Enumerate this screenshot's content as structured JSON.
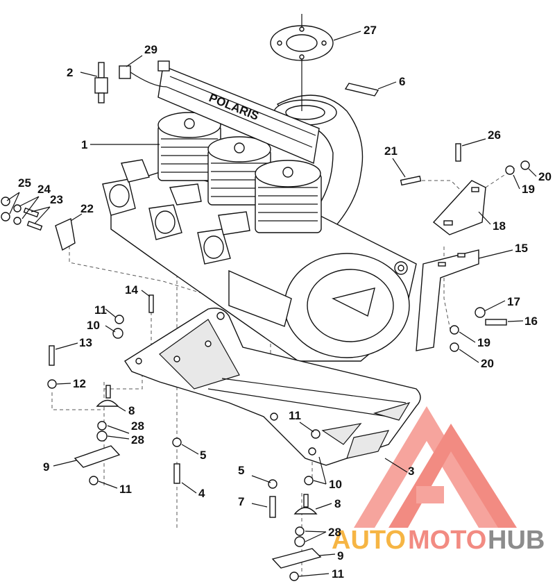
{
  "callouts": {
    "c1": "1",
    "c2": "2",
    "c3": "3",
    "c4": "4",
    "c5a": "5",
    "c5b": "5",
    "c6": "6",
    "c7": "7",
    "c8a": "8",
    "c8b": "8",
    "c9a": "9",
    "c9b": "9",
    "c10a": "10",
    "c10b": "10",
    "c11a": "11",
    "c11b": "11",
    "c11c": "11",
    "c11d": "11",
    "c12": "12",
    "c13": "13",
    "c14": "14",
    "c15": "15",
    "c16": "16",
    "c17": "17",
    "c18": "18",
    "c19a": "19",
    "c19b": "19",
    "c20a": "20",
    "c20b": "20",
    "c21": "21",
    "c22": "22",
    "c23": "23",
    "c24": "24",
    "c25": "25",
    "c26": "26",
    "c27": "27",
    "c28a": "28",
    "c28b": "28",
    "c28c": "28",
    "c29": "29"
  },
  "engine_stamp": "POLARIS",
  "watermark": {
    "part1": "AUTO",
    "part2": "MOTO",
    "part3": "HUB",
    "colors": {
      "orange": "#f6b544",
      "red": "#f28b82",
      "gray": "#8c8c8c"
    }
  }
}
